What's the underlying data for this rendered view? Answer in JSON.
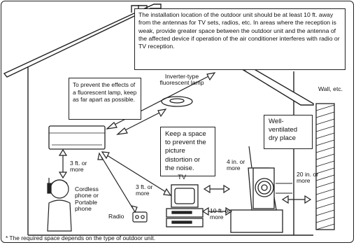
{
  "notes": {
    "installation": "The installation location of the outdoor unit should be at least 10 ft. away from the antennas for TV sets, radios, etc. In areas where the reception is weak, provide greater space between the outdoor unit and the antenna of the affected device if operation of the air conditioner interferes with radio or TV reception.",
    "fluorescent": "To prevent the effects of a fluorescent lamp, keep as far apart as possible.",
    "space": "Keep a space to prevent the picture distortion or the noise.",
    "ventilated": "Well-ventilated dry place"
  },
  "labels": {
    "lamp": "Inverter-type fluorescent lamp",
    "wall": "Wall, etc.",
    "ac_gap": "3 ft. or more",
    "radio_gap": "3 ft. or more",
    "tv": "TV",
    "radio": "Radio",
    "phone": "Cordless phone or Portable phone",
    "outdoor_gap": "4 in. or more",
    "wall_gap": "20 in. or more",
    "tv_gap": "10 ft. or more"
  },
  "footnote": "* The required space depends on the type of outdoor unit."
}
